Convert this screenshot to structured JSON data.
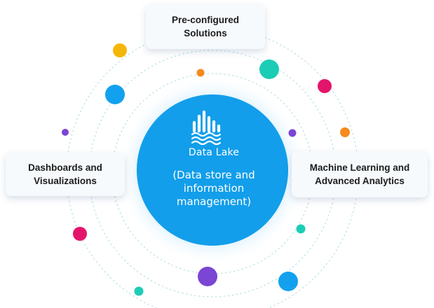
{
  "center": {
    "title": "Data Lake",
    "description": "(Data store and\ninformation\nmanagement)",
    "icon": "data-lake-icon",
    "color": "#129eea"
  },
  "nodes": {
    "top": "Pre-configured\nSolutions",
    "left": "Dashboards and\nVisualizations",
    "right": "Machine Learning and\nAdvanced Analytics"
  },
  "colors": {
    "yellow": "#f5b60b",
    "teal": "#1ccdb5",
    "pink": "#e3156b",
    "blue": "#13a1ef",
    "purple": "#7a46d3",
    "orange": "#f58a1f",
    "ring": "#b9e1e4"
  }
}
